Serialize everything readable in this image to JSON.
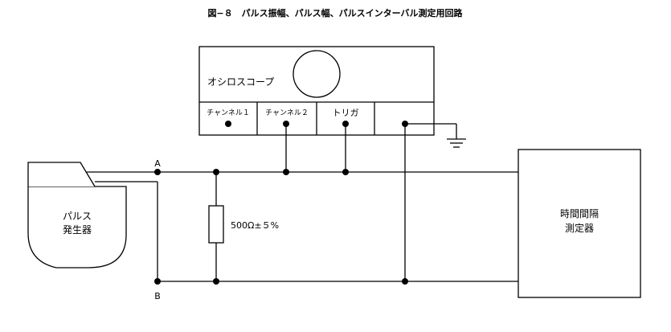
{
  "title": "図−８　パルス振幅、パルス幅、パルスインターバル測定用回路",
  "oscilloscope": {
    "label": "オシロスコープ",
    "channel1": "チャンネル１",
    "channel2": "チャンネル２",
    "trigger": "トリガ"
  },
  "pulse_generator": {
    "line1": "パルス",
    "line2": "発生器"
  },
  "interval_meter": {
    "line1": "時間間隔",
    "line2": "測定器"
  },
  "resistor_label": "500Ω±５%",
  "node_a": "A",
  "node_b": "B"
}
